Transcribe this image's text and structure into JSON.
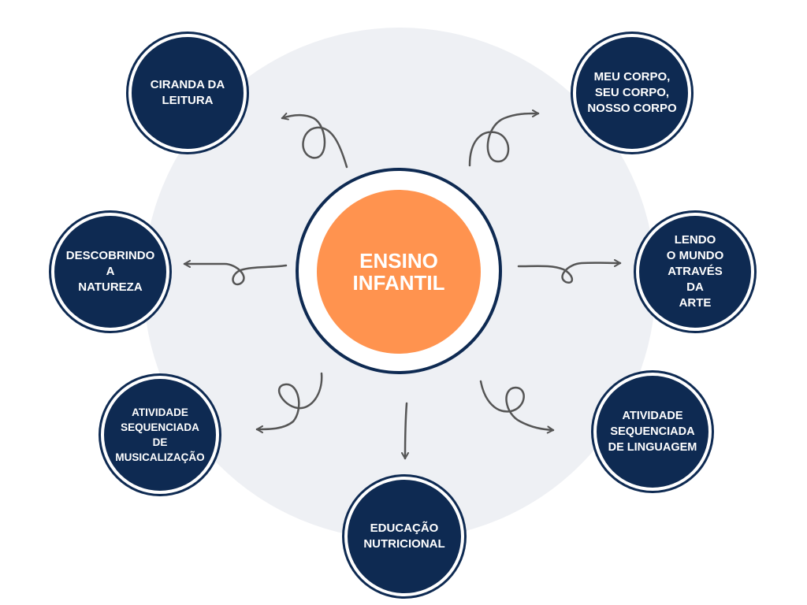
{
  "diagram": {
    "center": {
      "label": "ENSINO\nINFANTIL"
    },
    "nodes": [
      {
        "id": "ciranda-da-leitura",
        "label": "CIRANDA DA\nLEITURA"
      },
      {
        "id": "meu-corpo",
        "label": "MEU CORPO,\nSEU CORPO,\nNOSSO CORPO"
      },
      {
        "id": "descobrindo-a-natureza",
        "label": "DESCOBRINDO\nA\nNATUREZA"
      },
      {
        "id": "lendo-o-mundo",
        "label": "LENDO\nO MUNDO\nATRAVÉS\nDA\nARTE"
      },
      {
        "id": "musicalizacao",
        "label": "ATIVIDADE\nSEQUENCIADA\nDE\nMUSICALIZAÇÃO"
      },
      {
        "id": "linguagem",
        "label": "ATIVIDADE\nSEQUENCIADA\nDE LINGUAGEM"
      },
      {
        "id": "educacao-nutricional",
        "label": "EDUCAÇÃO\nNUTRICIONAL"
      }
    ],
    "icons": {
      "arrow": "curly-arrow-icon"
    },
    "colors": {
      "node_fill": "#0e2a52",
      "center_fill": "#ff934f",
      "background_circle": "#eef0f4",
      "arrow": "#555555",
      "text": "#ffffff"
    }
  }
}
